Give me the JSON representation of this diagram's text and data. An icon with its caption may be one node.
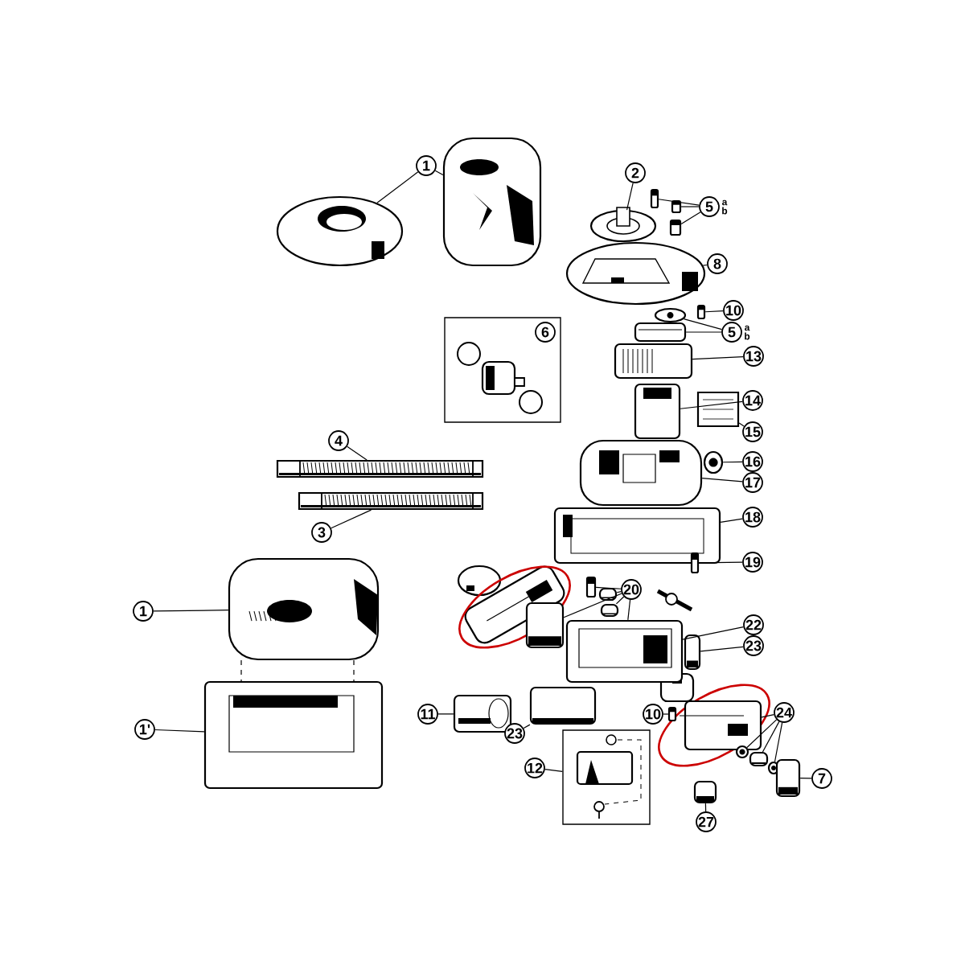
{
  "diagram": {
    "nodes": [
      {
        "text": [
          "1"
        ]
      },
      {
        "text": [],
        "shape": "picture"
      },
      {
        "text": [],
        "shape": "picture"
      },
      {
        "text": [
          "2"
        ]
      },
      {
        "text": [],
        "shape": "picture"
      },
      {
        "text": [
          "5"
        ],
        "beside": [
          "a",
          "b"
        ]
      },
      {
        "text": [],
        "shape": "picture"
      },
      {
        "text": [],
        "shape": "picture"
      },
      {
        "text": [],
        "shape": "picture"
      },
      {
        "text": [
          "8"
        ]
      },
      {
        "text": [],
        "shape": "picture"
      },
      {
        "text": [
          "10"
        ]
      },
      {
        "text": [],
        "shape": "picture"
      },
      {
        "text": [
          "5"
        ],
        "beside": [
          "a",
          "b"
        ]
      },
      {
        "text": [],
        "shape": "picture"
      },
      {
        "text": [],
        "shape": "picture"
      },
      {
        "text": [
          "13"
        ]
      },
      {
        "text": [],
        "shape": "picture"
      },
      {
        "text": [
          "6"
        ]
      },
      {
        "text": [
          "14"
        ]
      },
      {
        "text": [],
        "shape": "picture"
      },
      {
        "text": [
          "15"
        ]
      },
      {
        "text": [],
        "shape": "picture"
      },
      {
        "text": [
          "16"
        ]
      },
      {
        "text": [],
        "shape": "picture"
      },
      {
        "text": [
          "17"
        ]
      },
      {
        "text": [],
        "shape": "picture"
      },
      {
        "text": [
          "18"
        ]
      },
      {
        "text": [],
        "shape": "picture"
      },
      {
        "text": [
          "19"
        ]
      },
      {
        "text": [],
        "shape": "picture"
      },
      {
        "text": [
          "4"
        ]
      },
      {
        "text": [],
        "shape": "picture"
      },
      {
        "text": [
          "3"
        ]
      },
      {
        "text": [],
        "shape": "picture"
      },
      {
        "text": [
          "1"
        ]
      },
      {
        "text": [],
        "shape": "picture"
      },
      {
        "text": [
          "1'"
        ]
      },
      {
        "text": [],
        "shape": "picture"
      },
      {
        "text": [
          "20"
        ]
      },
      {
        "text": [],
        "shape": "picture"
      },
      {
        "text": [],
        "shape": "picture"
      },
      {
        "text": [],
        "shape": "picture"
      },
      {
        "text": [],
        "shape": "picture"
      },
      {
        "text": [
          "22"
        ]
      },
      {
        "text": [],
        "shape": "picture"
      },
      {
        "text": [
          "23"
        ]
      },
      {
        "text": [],
        "shape": "picture"
      },
      {
        "text": [
          "11"
        ]
      },
      {
        "text": [],
        "shape": "picture"
      },
      {
        "text": [
          "23"
        ]
      },
      {
        "text": [],
        "shape": "picture"
      },
      {
        "text": [
          "10"
        ]
      },
      {
        "text": [],
        "shape": "picture"
      },
      {
        "text": [
          "24"
        ]
      },
      {
        "text": [],
        "shape": "picture"
      },
      {
        "text": [],
        "shape": "picture"
      },
      {
        "text": [],
        "shape": "picture"
      },
      {
        "text": [],
        "shape": "picture"
      },
      {
        "text": [
          "12"
        ]
      },
      {
        "text": [],
        "shape": "box"
      },
      {
        "text": [
          "7"
        ]
      },
      {
        "text": [],
        "shape": "picture"
      },
      {
        "text": [
          "27"
        ]
      },
      {
        "text": [],
        "shape": "picture"
      }
    ],
    "edges": [
      {
        "from": 0,
        "to": 1,
        "arrow": "none"
      },
      {
        "from": 0,
        "to": 2,
        "arrow": "none"
      },
      {
        "from": 3,
        "to": 4,
        "arrow": "none"
      },
      {
        "from": 5,
        "to": 6,
        "arrow": "none"
      },
      {
        "from": 5,
        "to": 7,
        "arrow": "none"
      },
      {
        "from": 5,
        "to": 8,
        "arrow": "none"
      },
      {
        "from": 9,
        "to": 10,
        "arrow": "none"
      },
      {
        "from": 11,
        "to": 12,
        "arrow": "none"
      },
      {
        "from": 13,
        "to": 14,
        "arrow": "none"
      },
      {
        "from": 13,
        "to": 15,
        "arrow": "none"
      },
      {
        "from": 16,
        "to": 17,
        "arrow": "none"
      },
      {
        "from": 19,
        "to": 20,
        "arrow": "none"
      },
      {
        "from": 21,
        "to": 22,
        "arrow": "none"
      },
      {
        "from": 23,
        "to": 24,
        "arrow": "none"
      },
      {
        "from": 25,
        "to": 26,
        "arrow": "none"
      },
      {
        "from": 27,
        "to": 28,
        "arrow": "none"
      },
      {
        "from": 29,
        "to": 30,
        "arrow": "none"
      },
      {
        "from": 31,
        "to": 32,
        "arrow": "none"
      },
      {
        "from": 33,
        "to": 34,
        "arrow": "none"
      },
      {
        "from": 35,
        "to": 36,
        "arrow": "none"
      },
      {
        "from": 37,
        "to": 38,
        "arrow": "none"
      },
      {
        "from": 39,
        "to": 40,
        "arrow": "none"
      },
      {
        "from": 39,
        "to": 41,
        "arrow": "none"
      },
      {
        "from": 39,
        "to": 42,
        "arrow": "none"
      },
      {
        "from": 39,
        "to": 43,
        "arrow": "none"
      },
      {
        "from": 39,
        "to": 45,
        "arrow": "none"
      },
      {
        "from": 44,
        "to": 45,
        "arrow": "none"
      },
      {
        "from": 46,
        "to": 47,
        "arrow": "none"
      },
      {
        "from": 48,
        "to": 49,
        "arrow": "none"
      },
      {
        "from": 50,
        "to": 51,
        "arrow": "none"
      },
      {
        "from": 52,
        "to": 53,
        "arrow": "none"
      },
      {
        "from": 54,
        "to": 55,
        "arrow": "none"
      },
      {
        "from": 54,
        "to": 56,
        "arrow": "none"
      },
      {
        "from": 54,
        "to": 57,
        "arrow": "none"
      },
      {
        "from": 54,
        "to": 58,
        "arrow": "none"
      },
      {
        "from": 59,
        "to": 60,
        "arrow": "none"
      },
      {
        "from": 61,
        "to": 62,
        "arrow": "none"
      },
      {
        "from": 63,
        "to": 64,
        "arrow": "none"
      },
      {
        "from": 36,
        "to": 38,
        "arrow": "none",
        "style": "dashed"
      },
      {
        "from": 36,
        "to": 38,
        "arrow": "none",
        "style": "dashed"
      }
    ]
  }
}
